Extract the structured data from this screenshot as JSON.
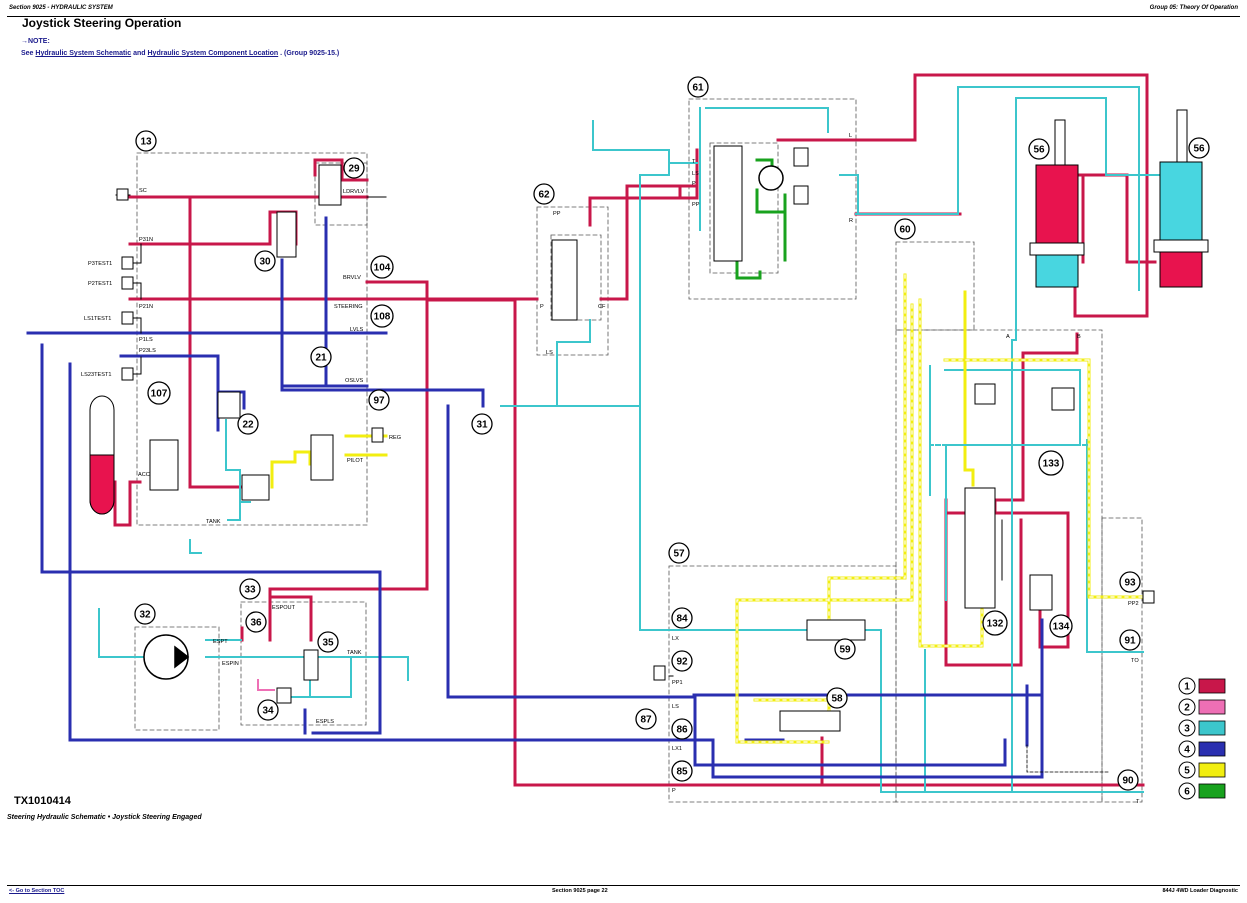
{
  "header": {
    "left": "Section 9025 - HYDRAULIC SYSTEM",
    "right": "Group 05: Theory Of Operation"
  },
  "page_title": "Joystick Steering Operation",
  "note": {
    "label": "→NOTE:",
    "see": "See",
    "link1": "Hydraulic System Schematic",
    "and": "and",
    "link2": "Hydraulic System Component Location",
    "tail": ". (Group 9025-15.)"
  },
  "figure_id": "TX1010414",
  "caption": "Steering Hydraulic Schematic • Joystick Steering Engaged",
  "footer": {
    "left": "<- Go to Section TOC",
    "center": "Section 9025 page 22",
    "right": "844J 4WD Loader Diagnostic"
  },
  "colors": {
    "pressure": "#c8174a",
    "pink": "#ee6fb5",
    "return": "#3cc6cc",
    "blue": "#2a2fb0",
    "yellow": "#f2ee10",
    "green": "#18a21e"
  },
  "labels": {
    "sc": "SC",
    "p31n": "P31N",
    "p3test1": "P3TEST1",
    "p2test1": "P2TEST1",
    "p21n": "P21N",
    "ls1test1": "LS1TEST1",
    "p1ls": "P1LS",
    "p23ls": "P23LS",
    "ls23test1": "LS23TEST1",
    "ldrvlv": "LDRVLV",
    "brvlv": "BRVLV",
    "steering": "STEERING",
    "lvls": "LVLS",
    "oslvs": "OSLVS",
    "reg": "REG",
    "pilot": "PILOT",
    "acc": "ACC",
    "tank": "TANK",
    "pp": "PP",
    "p": "P",
    "cf": "CF",
    "ls": "LS",
    "t": "T",
    "l": "L",
    "r": "R",
    "a": "A",
    "b": "B",
    "espout": "ESPOUT",
    "espt": "ESPT",
    "espin": "ESPIN",
    "esp_tank": "TANK",
    "espls": "ESPLS",
    "lx": "LX",
    "pp1": "PP1",
    "ls2": "LS",
    "lx1": "LX1",
    "p2": "P",
    "pp2": "PP2",
    "to": "TO",
    "t2": "T"
  },
  "callouts": [
    "13",
    "29",
    "30",
    "104",
    "108",
    "21",
    "107",
    "97",
    "22",
    "31",
    "62",
    "61",
    "60",
    "56",
    "56",
    "133",
    "132",
    "134",
    "93",
    "91",
    "90",
    "57",
    "84",
    "59",
    "92",
    "58",
    "87",
    "86",
    "85",
    "33",
    "32",
    "36",
    "35",
    "34"
  ],
  "legend": [
    {
      "num": "1",
      "color": "#c8174a"
    },
    {
      "num": "2",
      "color": "#ee6fb5"
    },
    {
      "num": "3",
      "color": "#3cc6cc"
    },
    {
      "num": "4",
      "color": "#2a2fb0"
    },
    {
      "num": "5",
      "color": "#f2ee10"
    },
    {
      "num": "6",
      "color": "#18a21e"
    }
  ]
}
